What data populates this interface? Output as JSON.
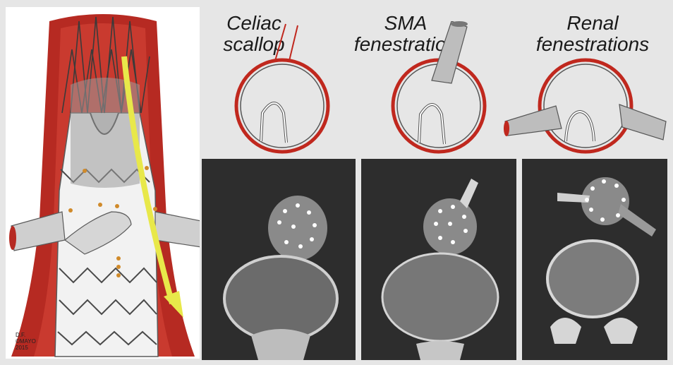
{
  "labels": {
    "celiac": [
      "Celiac",
      "scallop"
    ],
    "sma": [
      "SMA",
      "fenestration"
    ],
    "renal": [
      "Renal",
      "fenestrations"
    ]
  },
  "credit": [
    "D.F.",
    "©MAYO",
    "2015"
  ],
  "colors": {
    "aorta_red": "#c0281e",
    "graft_gray": "#bdbdbd",
    "flow_arrow": "#e8e84a",
    "marker_gold": "#d08a2a",
    "background": "#e6e6e6"
  }
}
